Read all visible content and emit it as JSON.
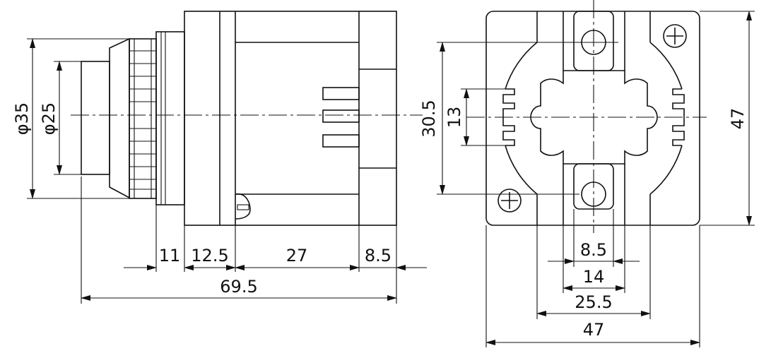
{
  "side_view": {
    "dims": {
      "dia35": "φ35",
      "dia25": "φ25",
      "d11": "11",
      "d12_5": "12.5",
      "d27": "27",
      "d8_5": "8.5",
      "d69_5": "69.5"
    }
  },
  "front_view": {
    "dims": {
      "d30_5": "30.5",
      "d13": "13",
      "d47_v": "47",
      "d8_5": "8.5",
      "d14": "14",
      "d25_5": "25.5",
      "d47_h": "47"
    }
  }
}
